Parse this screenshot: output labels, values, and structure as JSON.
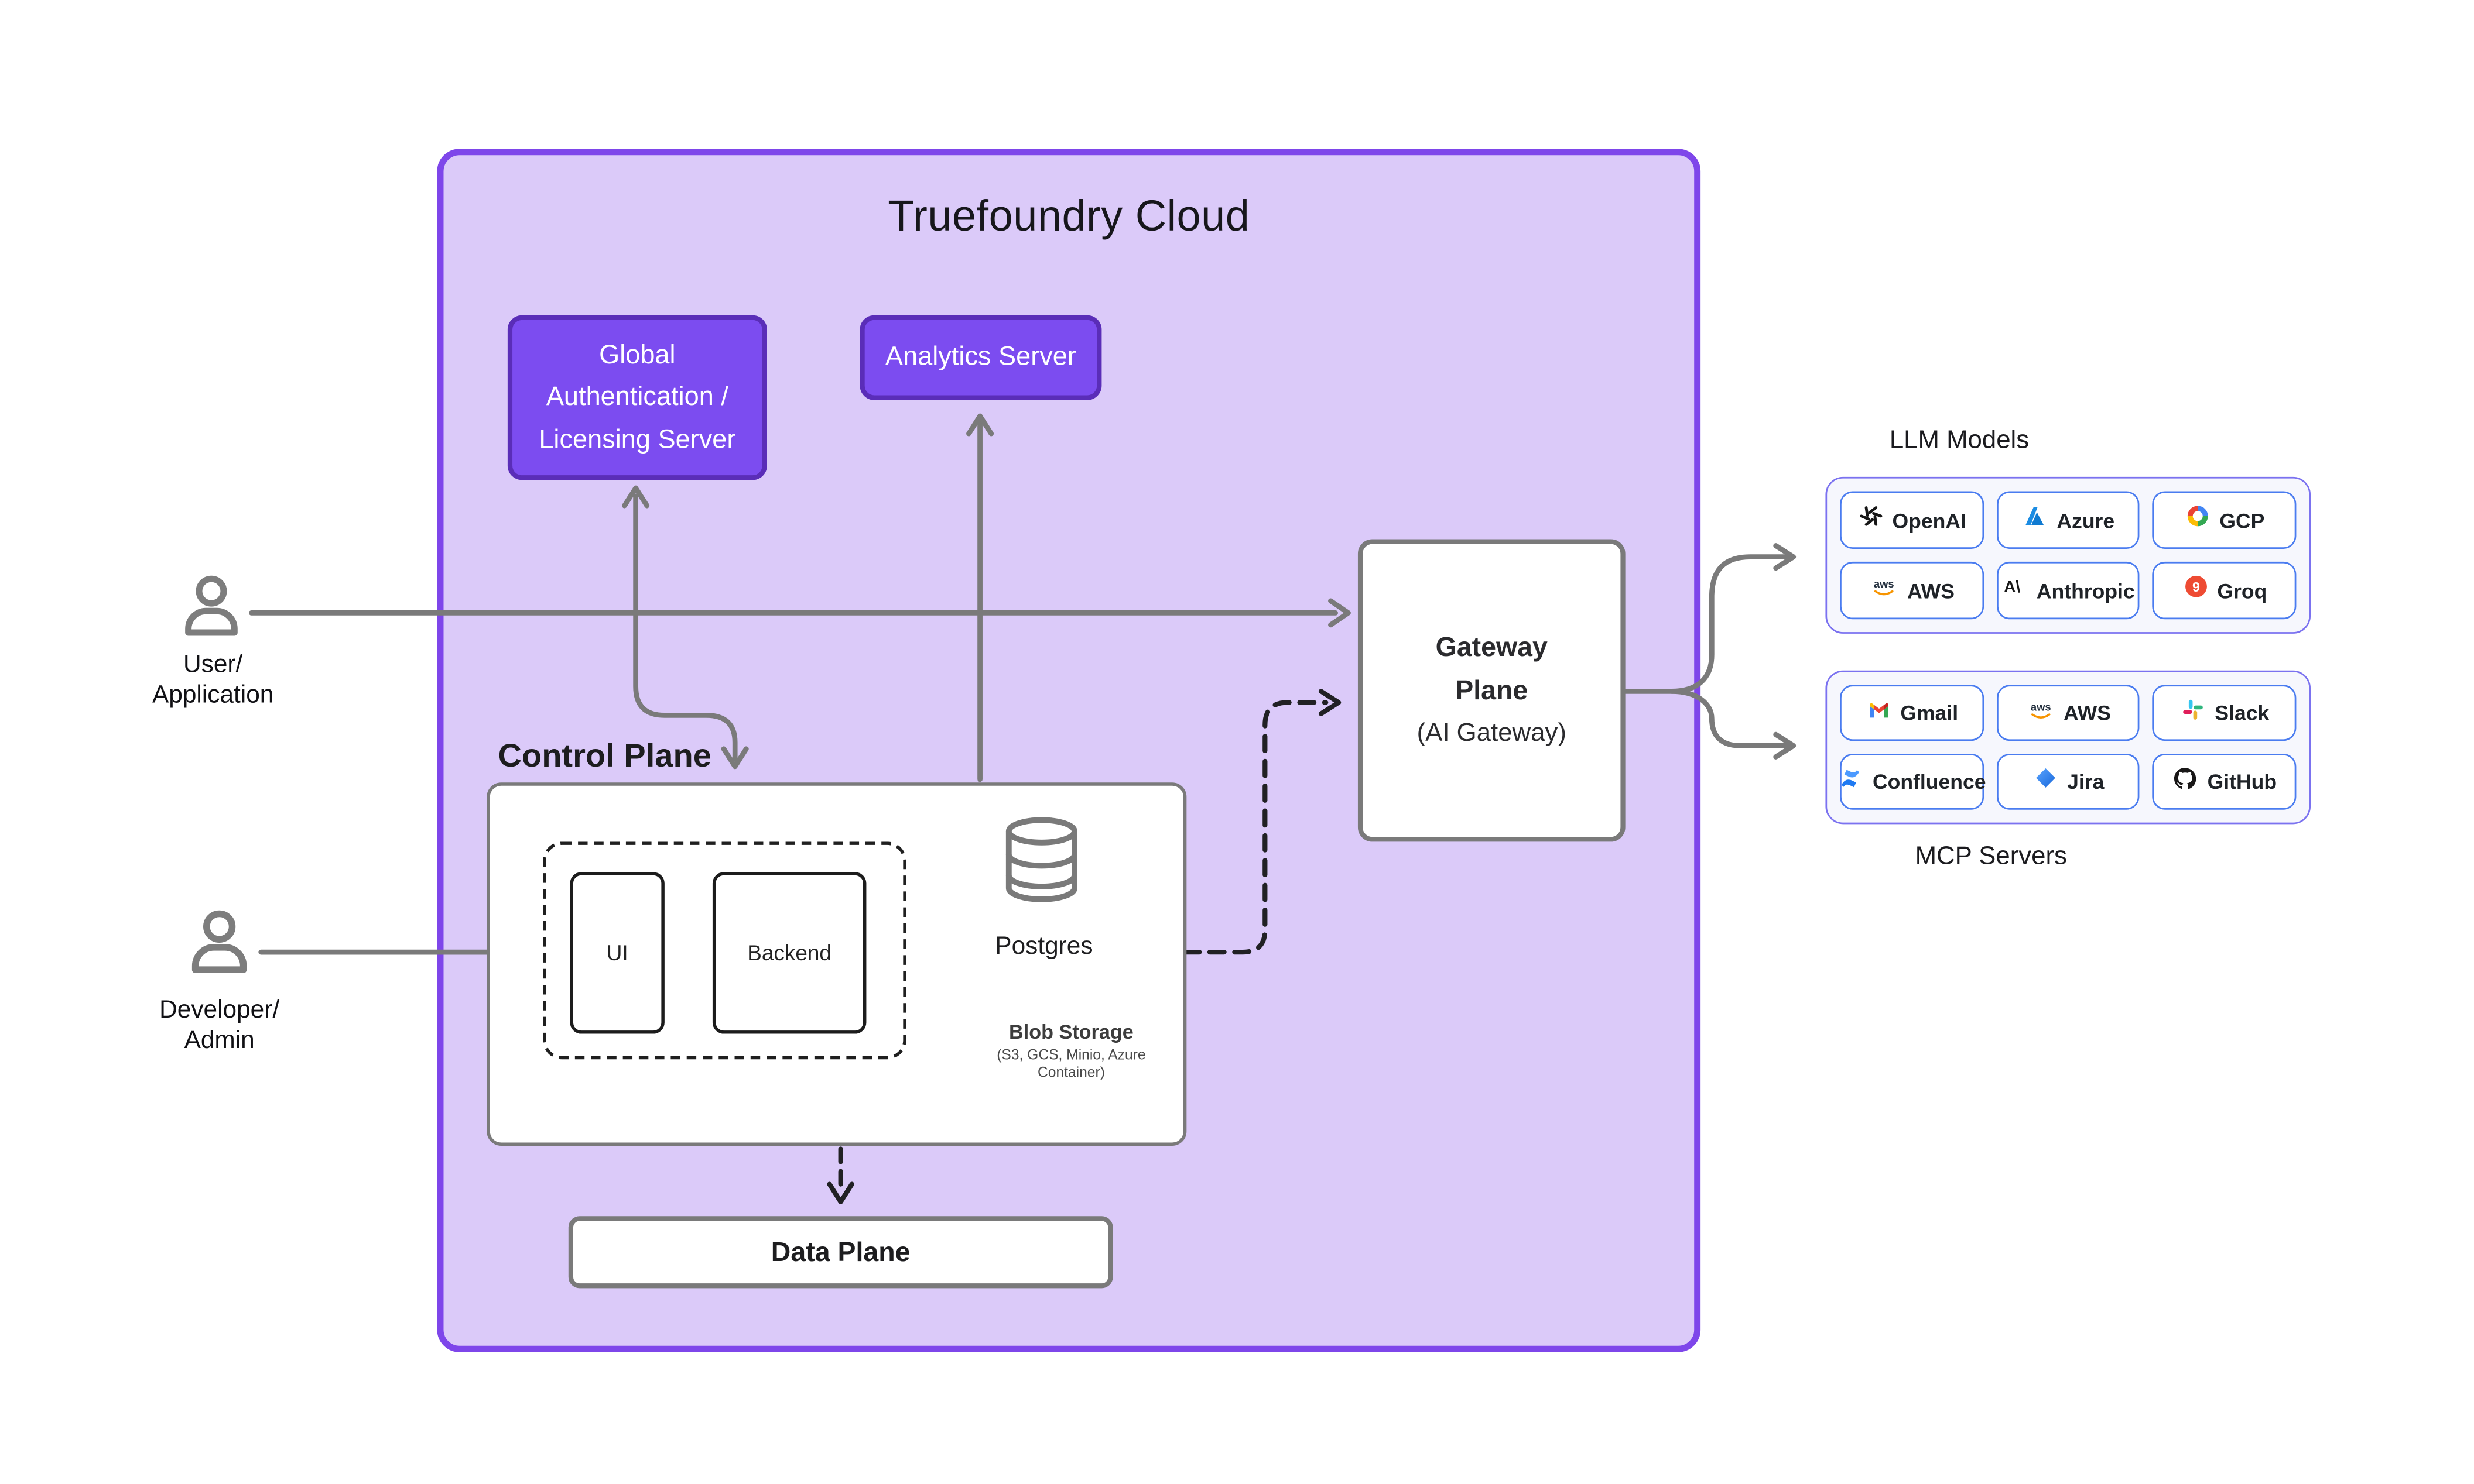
{
  "title": "Truefoundry Cloud",
  "actors": {
    "user": {
      "icon": "person-icon",
      "lines": [
        "User/",
        "Application"
      ]
    },
    "developer": {
      "icon": "person-icon",
      "lines": [
        "Developer/",
        "Admin"
      ]
    }
  },
  "cloud": {
    "global_auth_server": {
      "lines": [
        "Global",
        "Authentication /",
        "Licensing Server"
      ]
    },
    "analytics_server": {
      "label": "Analytics Server"
    },
    "control_plane": {
      "label": "Control Plane",
      "ui": {
        "label": "UI"
      },
      "backend": {
        "label": "Backend"
      },
      "postgres": {
        "icon": "database-icon",
        "label": "Postgres"
      },
      "blob_storage": {
        "label": "Blob Storage",
        "sublines": [
          "(S3, GCS, Minio, Azure",
          "Container)"
        ]
      }
    },
    "data_plane": {
      "label": "Data Plane"
    },
    "gateway_plane": {
      "lines": [
        "Gateway",
        "Plane",
        "(AI Gateway)"
      ]
    }
  },
  "llm_models": {
    "label": "LLM Models",
    "chips": [
      {
        "icon": "openai-icon",
        "label": "OpenAI"
      },
      {
        "icon": "azure-icon",
        "label": "Azure"
      },
      {
        "icon": "gcp-icon",
        "label": "GCP"
      },
      {
        "icon": "aws-icon",
        "label": "AWS"
      },
      {
        "icon": "anthropic-icon",
        "label": "Anthropic"
      },
      {
        "icon": "groq-icon",
        "label": "Groq"
      }
    ]
  },
  "mcp_servers": {
    "label": "MCP Servers",
    "chips": [
      {
        "icon": "gmail-icon",
        "label": "Gmail"
      },
      {
        "icon": "aws-icon",
        "label": "AWS"
      },
      {
        "icon": "slack-icon",
        "label": "Slack"
      },
      {
        "icon": "confluence-icon",
        "label": "Confluence"
      },
      {
        "icon": "jira-icon",
        "label": "Jira"
      },
      {
        "icon": "github-icon",
        "label": "GitHub"
      }
    ]
  },
  "colors": {
    "cloud_fill": "#dbcaf9",
    "cloud_border": "#7e46ea",
    "server_fill": "#7c4cf0",
    "server_border": "#5a2db8",
    "wire_gray": "#7a7a7a",
    "wire_black": "#212124",
    "panel_border": "#7b72f0",
    "panel_fill": "#f6f7fd",
    "chip_border": "#4a7cf0",
    "groq_red": "#ee4b33"
  }
}
